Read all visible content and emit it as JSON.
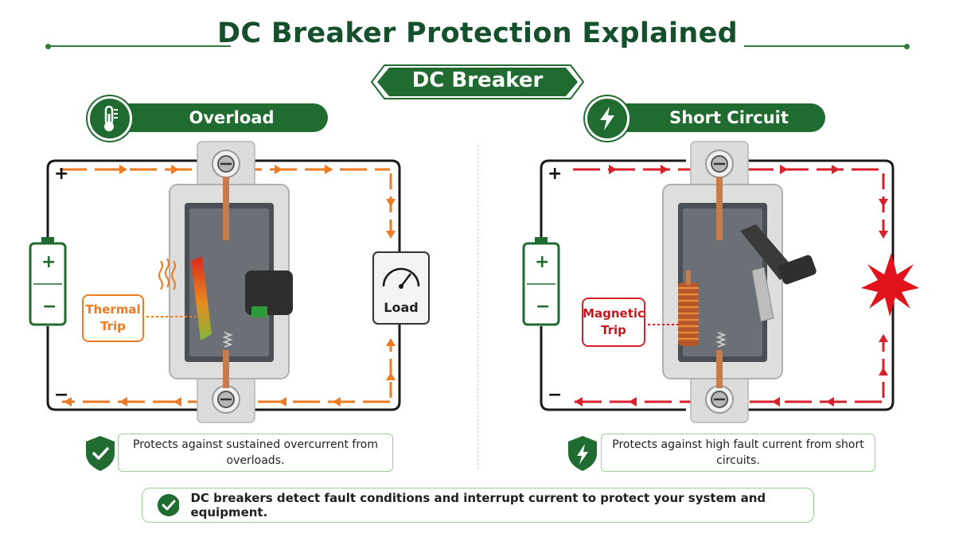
{
  "title": "DC Breaker Protection Explained",
  "banner": "DC Breaker",
  "overload": {
    "heading": "Overload",
    "icon": "thermometer-icon",
    "trip_label": "Thermal Trip",
    "load_label": "Load",
    "plus": "+",
    "minus": "−",
    "note": "Protects against sustained overcurrent from overloads.",
    "arrow_color": "#ee7a22"
  },
  "short_circuit": {
    "heading": "Short Circuit",
    "icon": "lightning-icon",
    "trip_label": "Magnetic Trip",
    "plus": "+",
    "minus": "−",
    "note": "Protects against high fault current from short circuits.",
    "arrow_color": "#d8202a"
  },
  "battery": {
    "plus": "+",
    "minus": "−"
  },
  "footer": "DC breakers detect fault conditions and interrupt current to protect your system and equipment.",
  "colors": {
    "brand_green": "#1f6b30",
    "title_green": "#14502b",
    "overload_orange": "#ee7a22",
    "fault_red": "#d8202a"
  }
}
